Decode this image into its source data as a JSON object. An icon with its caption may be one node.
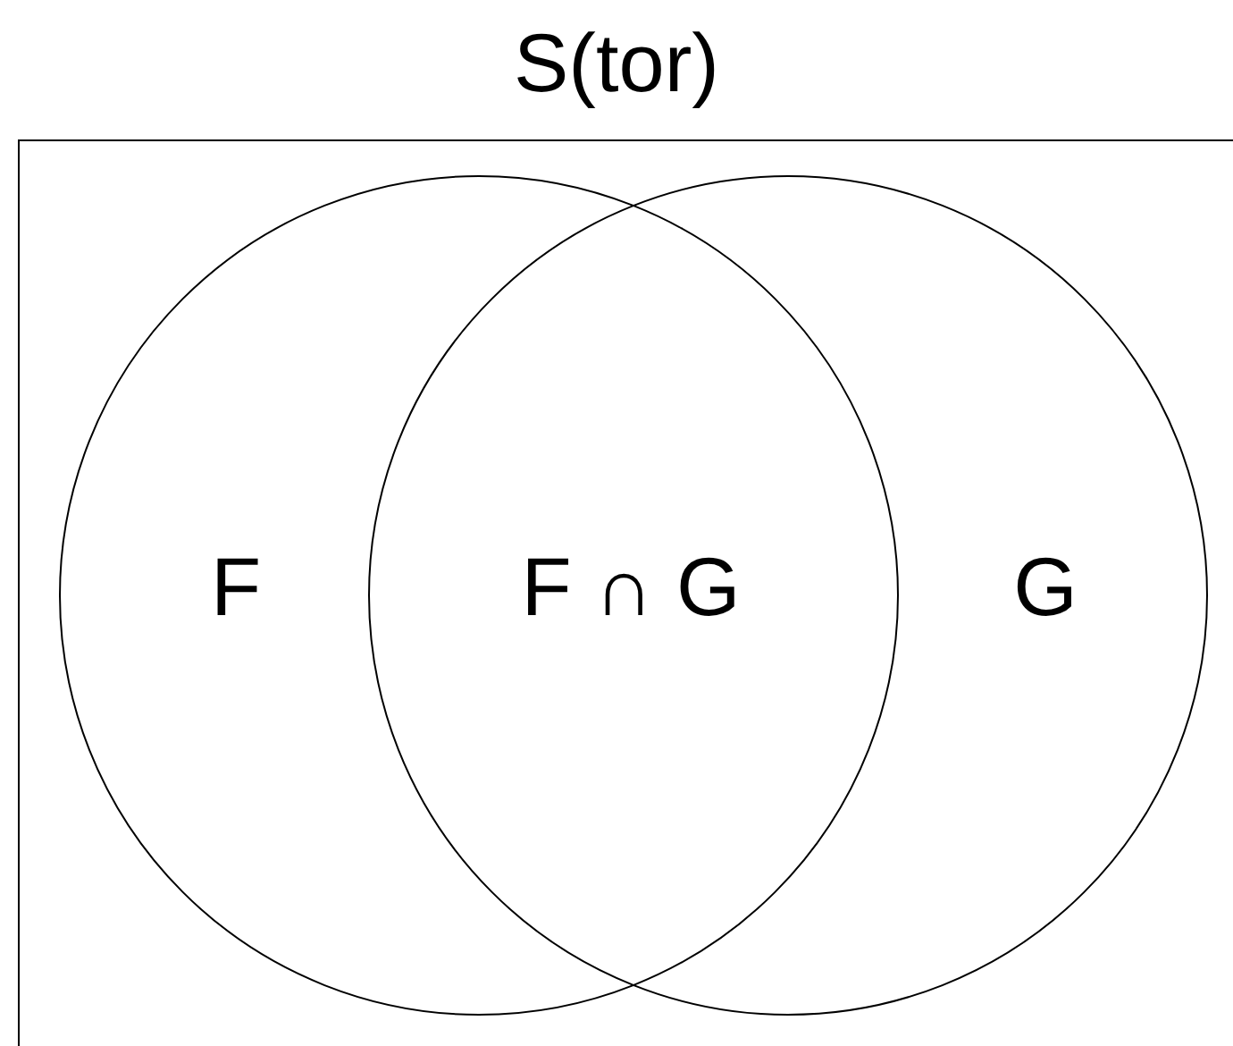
{
  "diagram": {
    "title": "S(tor)",
    "nodes": [
      {
        "text": [],
        "shape": "box"
      },
      {
        "text": [
          "F"
        ],
        "in": 0
      },
      {
        "text": [
          "G"
        ],
        "in": 0
      }
    ],
    "labels": [
      "F ∩ G"
    ]
  }
}
